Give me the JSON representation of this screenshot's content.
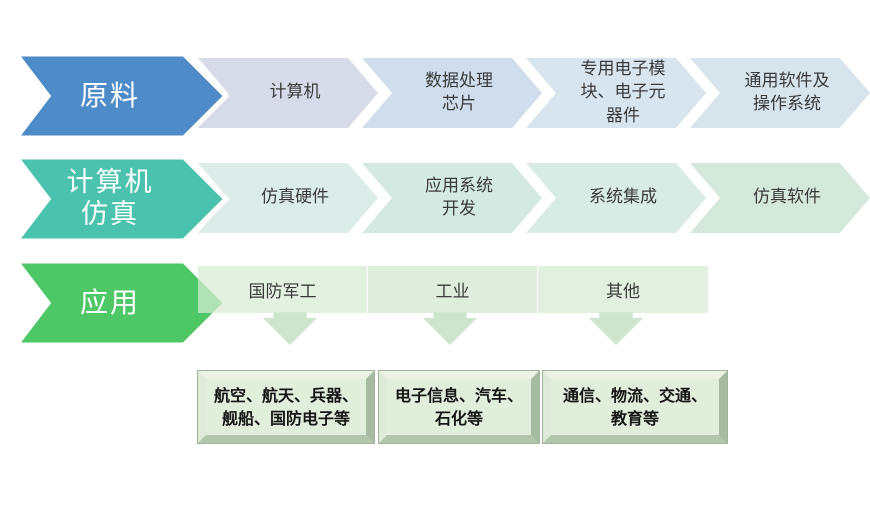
{
  "diagram": {
    "rows": [
      {
        "arrow": {
          "label": "原料",
          "color": "#4e8cc9"
        },
        "items": [
          {
            "label": "计算机",
            "bg": "#d6dae9"
          },
          {
            "label": "数据处理\n芯片",
            "bg": "#cfddec"
          },
          {
            "label": "专用电子模\n块、电子元\n器件",
            "bg": "#d8e4ee"
          },
          {
            "label": "通用软件及\n操作系统",
            "bg": "#d7e4ec"
          }
        ]
      },
      {
        "arrow": {
          "label": "计算机\n仿真",
          "color": "#4ac2ae"
        },
        "items": [
          {
            "label": "仿真硬件",
            "bg": "#dcede9"
          },
          {
            "label": "应用系统\n开发",
            "bg": "#d4e9e1"
          },
          {
            "label": "系统集成",
            "bg": "#d9ebe5"
          },
          {
            "label": "仿真软件",
            "bg": "#d5e8dc"
          }
        ]
      },
      {
        "arrow": {
          "label": "应用",
          "color": "#4ec766"
        },
        "segments": [
          {
            "label": "国防军工",
            "bg": "rgba(216,235,213,0.72)"
          },
          {
            "label": "工业",
            "bg": "rgba(210,232,206,0.72)"
          },
          {
            "label": "其他",
            "bg": "rgba(214,234,210,0.72)"
          }
        ],
        "down_arrow_color": "#cde5cc",
        "boxes": [
          {
            "label": "航空、航天、兵器、\n舰船、国防电子等",
            "bg": "#e1eedb"
          },
          {
            "label": "电子信息、汽车、\n石化等",
            "bg": "#e1eedb"
          },
          {
            "label": "通信、物流、交通、\n教育等",
            "bg": "#e1eedb"
          }
        ]
      }
    ]
  }
}
